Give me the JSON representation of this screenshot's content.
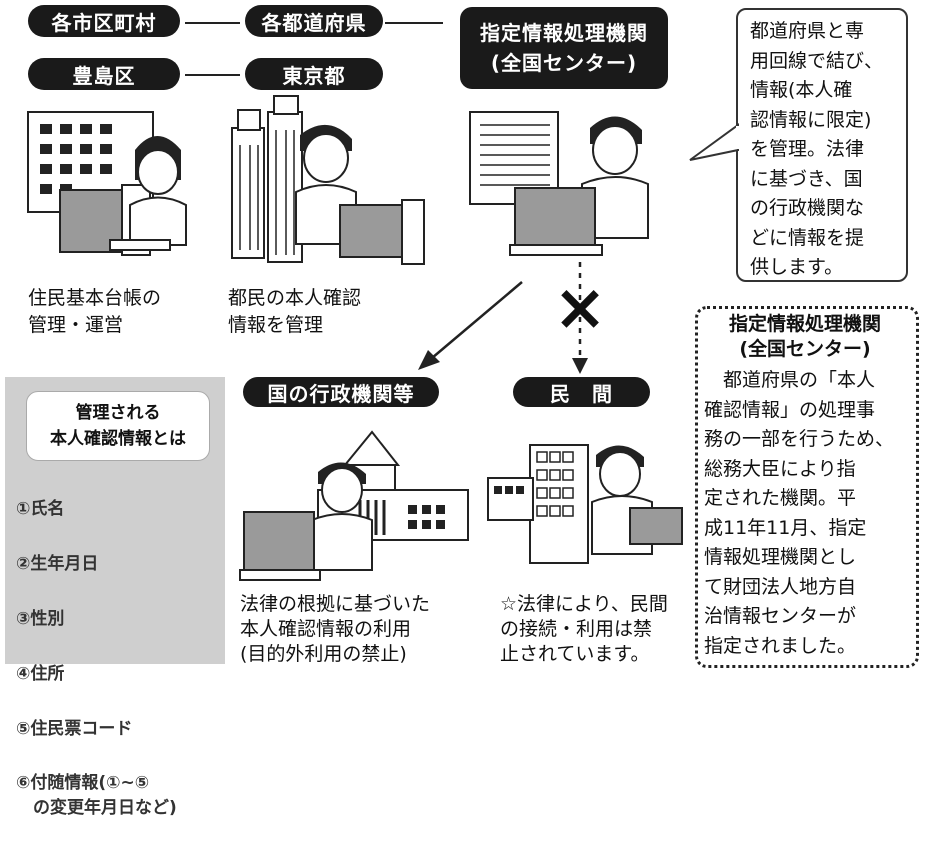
{
  "top_row": {
    "municipality": "各市区町村",
    "prefecture": "各都道府県",
    "center_title": "指定情報処理機関\n(全国センター)"
  },
  "example_row": {
    "municipality": "豊島区",
    "prefecture": "東京都"
  },
  "captions": {
    "municipality": "住民基本台帳の\n管理・運営",
    "prefecture": "都民の本人確認\n情報を管理",
    "government": "法律の根拠に基づいた\n本人確認情報の利用\n(目的外利用の禁止)",
    "private": "☆法律により、民間\n の接続・利用は禁\n 止されています。"
  },
  "speech_bubble": "都道府県と専\n用回線で結び、\n情報(本人確\n認情報に限定)\nを管理。法律\nに基づき、国\nの行政機関な\nどに情報を提\n供します。",
  "destinations": {
    "government": "国の行政機関等",
    "private": "民　間"
  },
  "info_box": {
    "title": "指定情報処理機関\n(全国センター)",
    "body": "　都道府県の「本人\n確認情報」の処理事\n務の一部を行うため、\n総務大臣により指\n定された機関。平\n成11年11月、指定\n情報処理機関とし\nて財団法人地方自\n治情報センターが\n指定されました。"
  },
  "panel": {
    "heading": "管理される\n本人確認情報とは",
    "items": [
      "①氏名",
      "②生年月日",
      "③性別",
      "④住所",
      "⑤住民票コード",
      "⑥付随情報(①~⑤\n　の変更年月日など)"
    ]
  },
  "colors": {
    "pill": "#1a1a1a",
    "panel": "#cfcfcf",
    "ink": "#111111"
  },
  "blocked_mark": "×"
}
